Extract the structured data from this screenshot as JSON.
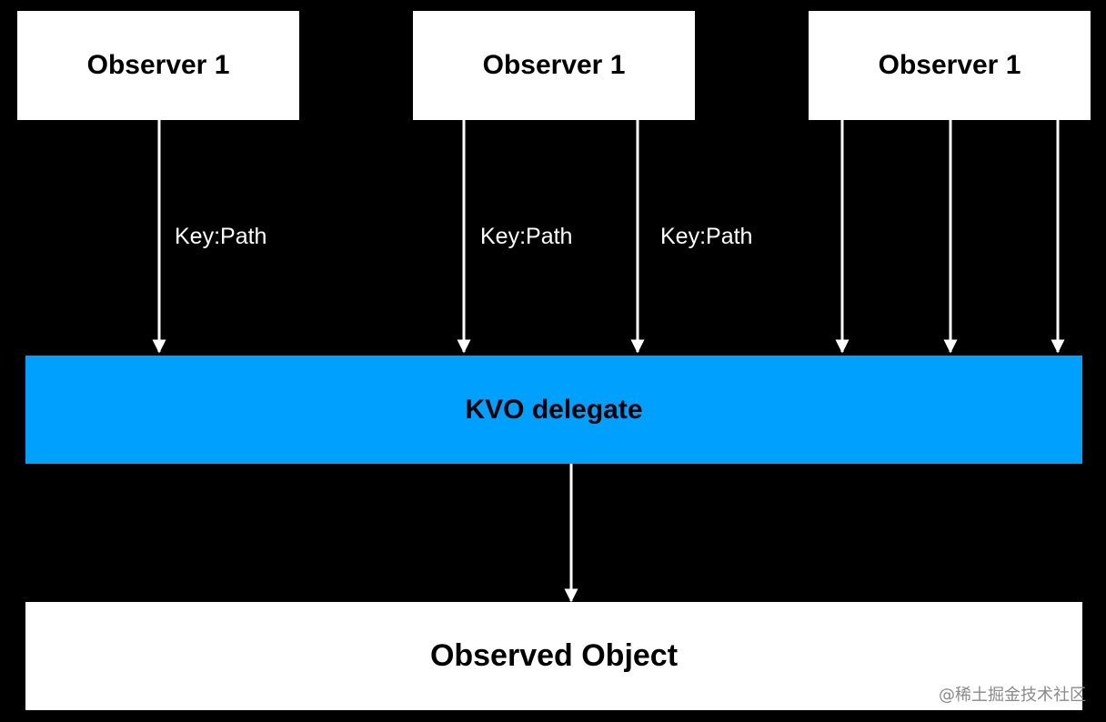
{
  "observers": [
    {
      "label": "Observer 1"
    },
    {
      "label": "Observer 1"
    },
    {
      "label": "Observer 1"
    }
  ],
  "edge_labels": [
    "Key:Path",
    "Key:Path",
    "Key:Path"
  ],
  "delegate": {
    "label": "KVO delegate",
    "color": "#00a0ff"
  },
  "observed": {
    "label": "Observed Object"
  },
  "watermark": "@稀土掘金技术社区",
  "colors": {
    "background": "#000000",
    "box": "#ffffff",
    "arrow": "#ffffff",
    "text": "#000000"
  }
}
